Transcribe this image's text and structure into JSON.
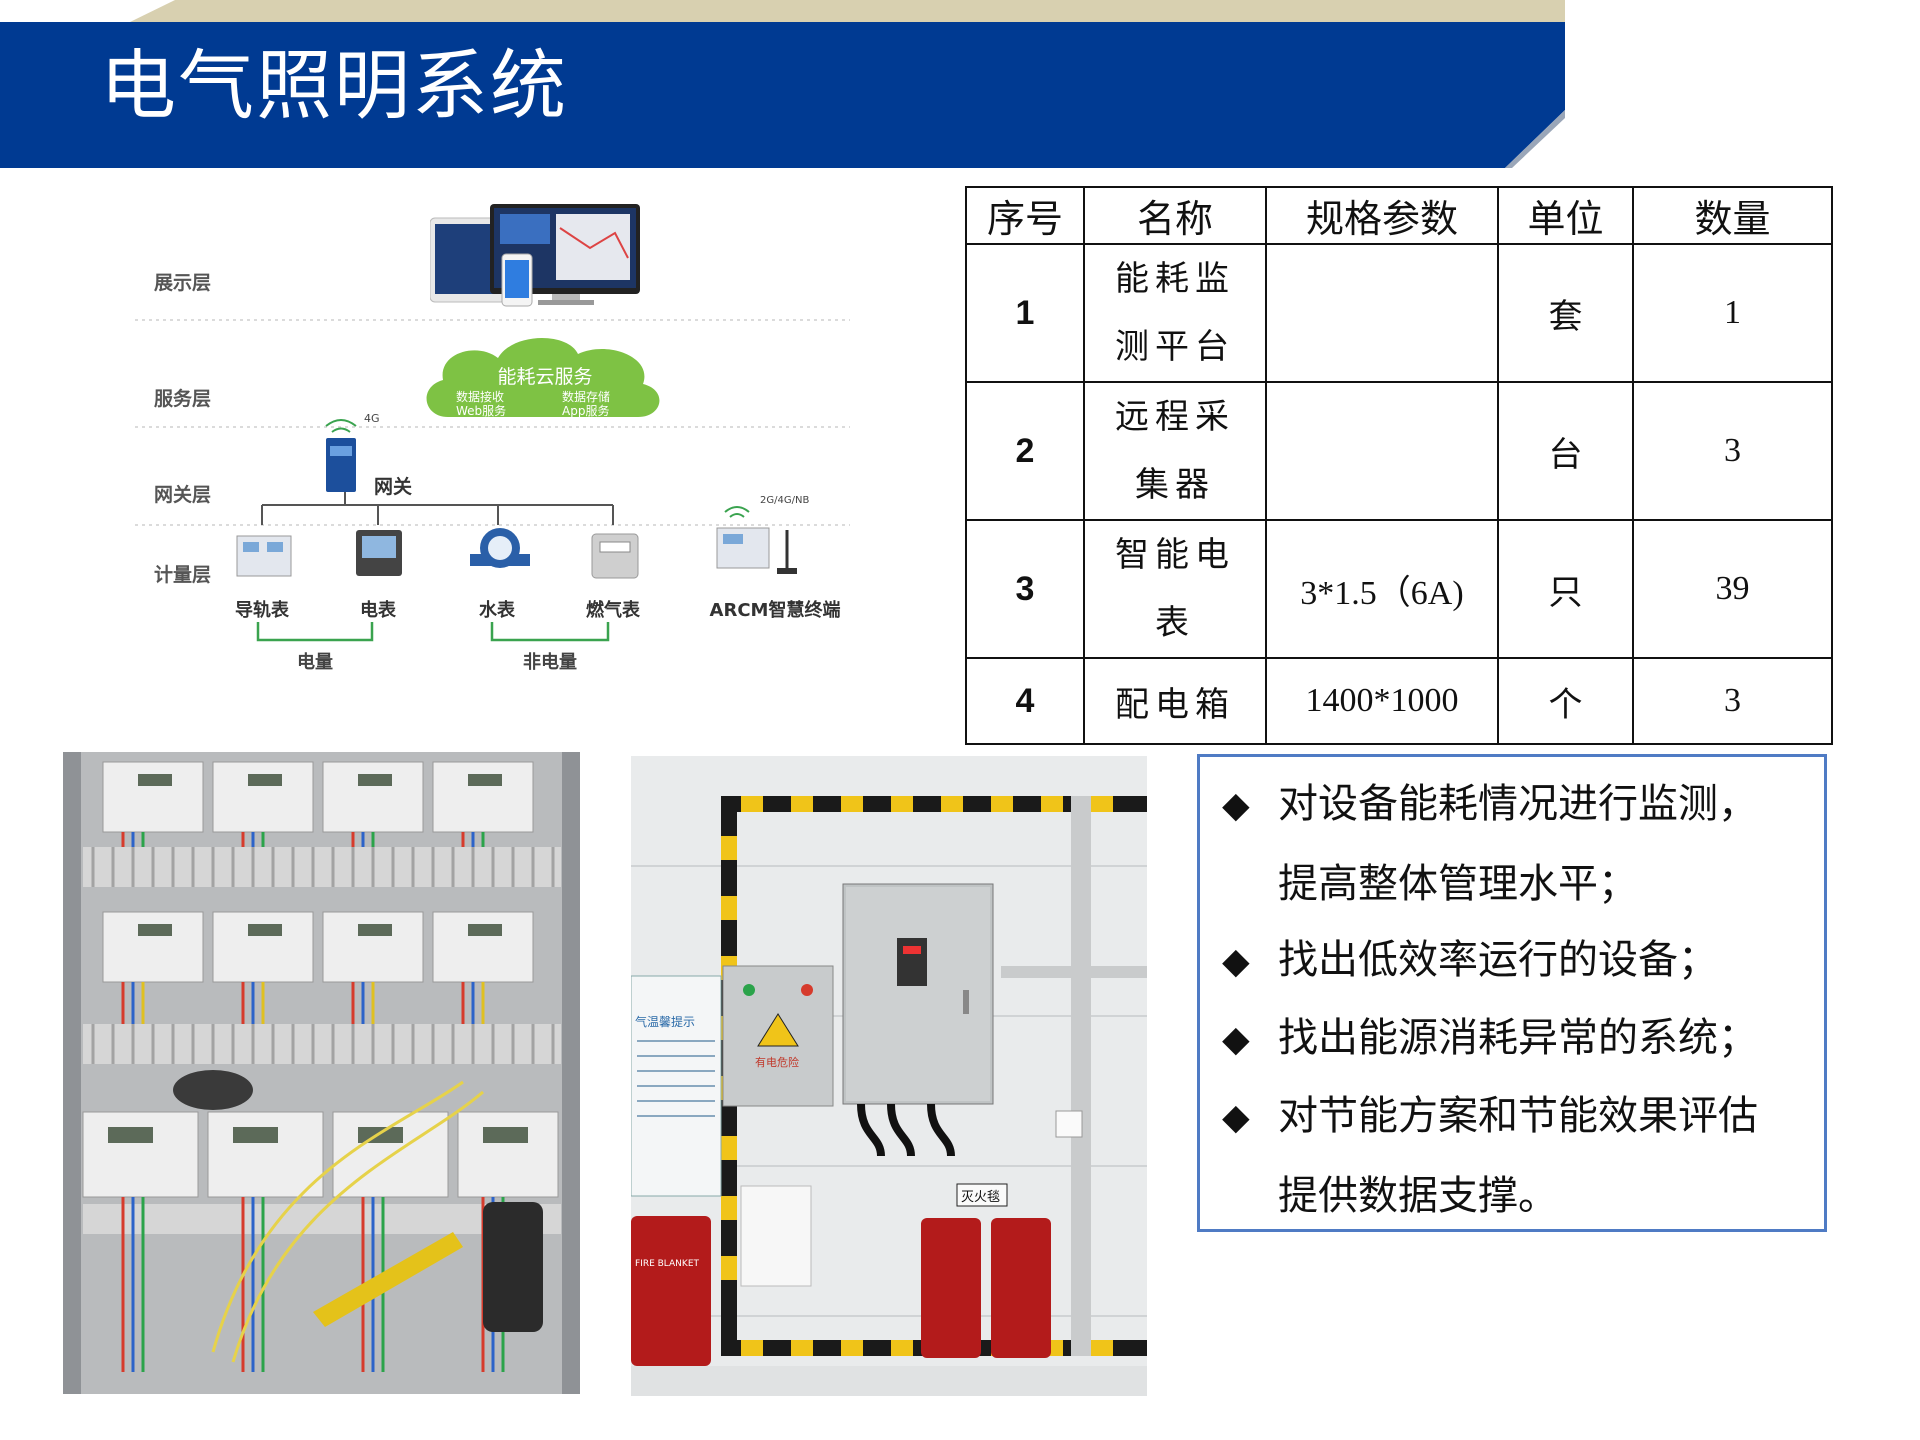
{
  "header": {
    "title": "电气照明系统"
  },
  "diagram": {
    "layers": [
      "展示层",
      "服务层",
      "网关层",
      "计量层"
    ],
    "cloud": {
      "title": "能耗云服务",
      "items": [
        "数据接收",
        "数据存储",
        "Web服务",
        "App服务"
      ]
    },
    "gateway": {
      "label": "网关",
      "signal": "4G"
    },
    "devices": [
      "导轨表",
      "电表",
      "水表",
      "燃气表",
      "ARCM智慧终端"
    ],
    "terminal_signal": "2G/4G/NB",
    "groups": [
      "电量",
      "非电量"
    ]
  },
  "table": {
    "headers": [
      "序号",
      "名称",
      "规格参数",
      "单位",
      "数量"
    ],
    "rows": [
      {
        "no": "1",
        "name_l1": "能耗监",
        "name_l2": "测平台",
        "spec": "",
        "unit": "套",
        "qty": "1"
      },
      {
        "no": "2",
        "name_l1": "远程采",
        "name_l2": "集器",
        "spec": "",
        "unit": "台",
        "qty": "3"
      },
      {
        "no": "3",
        "name_l1": "智能电",
        "name_l2": "表",
        "spec": "3*1.5（6A)",
        "unit": "只",
        "qty": "39"
      },
      {
        "no": "4",
        "name": "配电箱",
        "spec": "1400*1000",
        "unit": "个",
        "qty": "3"
      }
    ]
  },
  "photo2": {
    "notice_title": "气温馨提示",
    "danger": "有电危险",
    "blanket_label": "灭火毯",
    "blanket_brand": "FIRE BLANKET"
  },
  "bullets": {
    "b1_l1": "对设备能耗情况进行监测，",
    "b1_l2": "提高整体管理水平；",
    "b2": "找出低效率运行的设备；",
    "b3": "找出能源消耗异常的系统；",
    "b4_l1": "对节能方案和节能效果评估",
    "b4_l2": "提供数据支撑。"
  },
  "colors": {
    "band": "#003a92",
    "accent": "#d8d0b0",
    "cloud": "#7ec244",
    "box_border": "#4f7bc4"
  }
}
